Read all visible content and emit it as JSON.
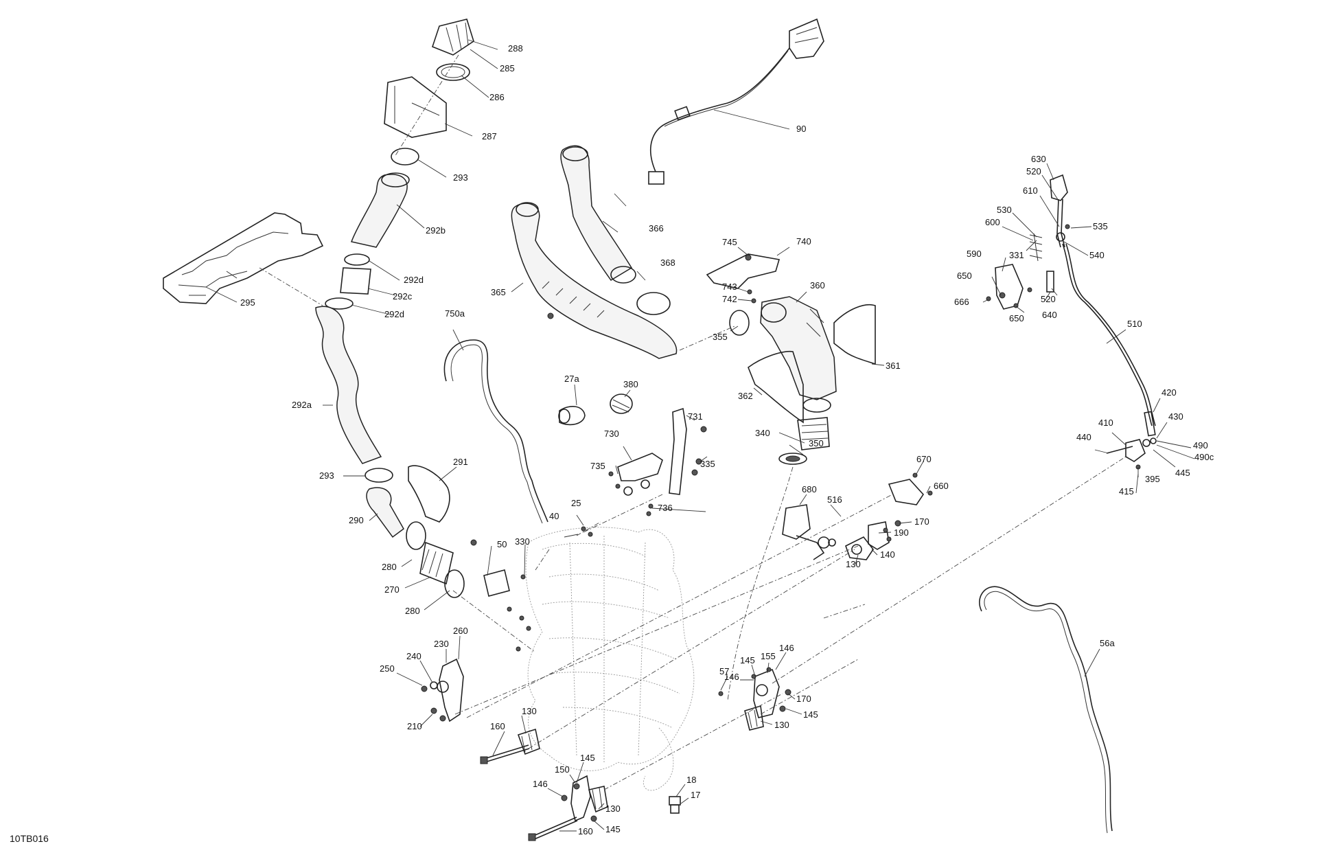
{
  "drawing_code": "10TB016",
  "labels": [
    "288",
    "285",
    "286",
    "287",
    "293",
    "292b",
    "295",
    "292d",
    "292c",
    "292d",
    "292a",
    "293",
    "291",
    "290",
    "280",
    "270",
    "280",
    "90",
    "366",
    "368",
    "365",
    "745",
    "740",
    "743",
    "742",
    "360",
    "355",
    "361",
    "362",
    "750a",
    "27a",
    "380",
    "731",
    "730",
    "735",
    "335",
    "736",
    "340",
    "350",
    "25",
    "40",
    "50",
    "330",
    "670",
    "660",
    "680",
    "516",
    "170",
    "190",
    "140",
    "130",
    "260",
    "230",
    "240",
    "250",
    "210",
    "145",
    "155",
    "146",
    "146",
    "57",
    "170",
    "145",
    "130",
    "130",
    "160",
    "145",
    "150",
    "146",
    "130",
    "18",
    "17",
    "160",
    "145",
    "630",
    "520",
    "610",
    "535",
    "530",
    "600",
    "331",
    "540",
    "590",
    "650",
    "666",
    "650",
    "520",
    "640",
    "510",
    "420",
    "430",
    "410",
    "440",
    "490",
    "490c",
    "445",
    "415",
    "395",
    "56a"
  ]
}
